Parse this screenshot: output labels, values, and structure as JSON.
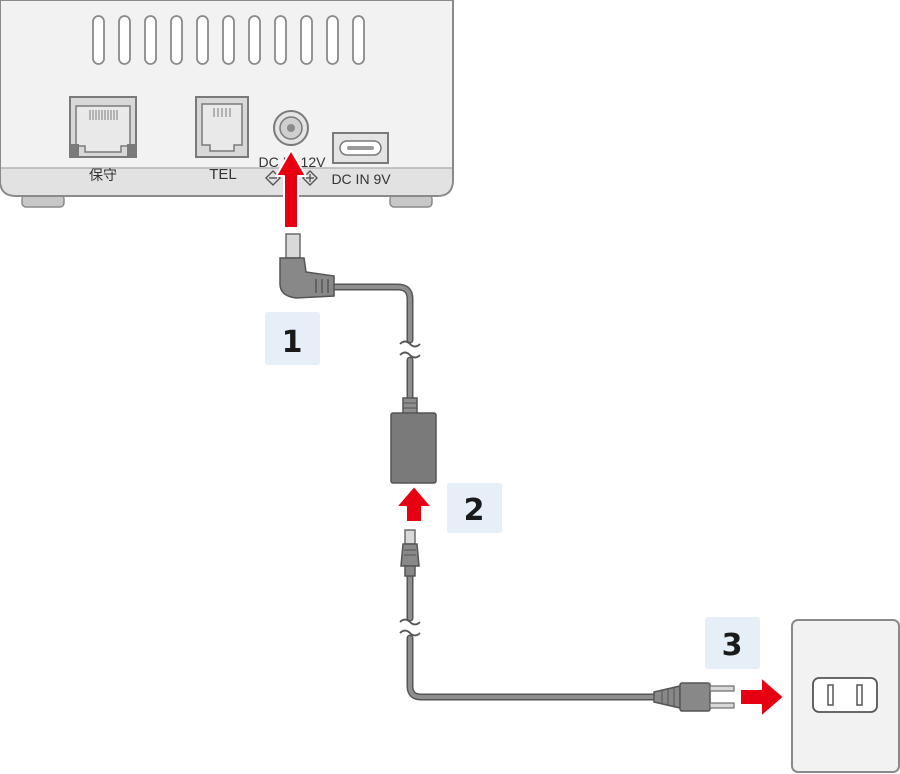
{
  "device": {
    "ports": {
      "maintenance_label": "保守",
      "tel_label": "TEL",
      "dc_12v_label": "DC IN 12V",
      "dc_9v_label": "DC IN 9V"
    }
  },
  "steps": [
    "1",
    "2",
    "3"
  ],
  "colors": {
    "arrow": "#e60012",
    "step_badge_bg": "#e6eff8",
    "cable": "#6e6e6e",
    "device_body": "#f2f2f2"
  }
}
